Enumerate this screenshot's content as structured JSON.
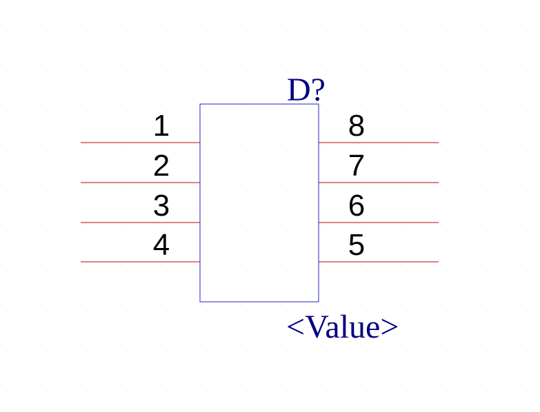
{
  "colors": {
    "background": "#ffffff",
    "grid_dot": "#c8c8c8",
    "body_outline": "#2020c0",
    "pin_line": "#c00000",
    "pin_number": "#000000",
    "label": "#000080"
  },
  "component": {
    "designator": "D?",
    "value": "<Value>",
    "left_pins": [
      "1",
      "2",
      "3",
      "4"
    ],
    "right_pins": [
      "8",
      "7",
      "6",
      "5"
    ]
  }
}
